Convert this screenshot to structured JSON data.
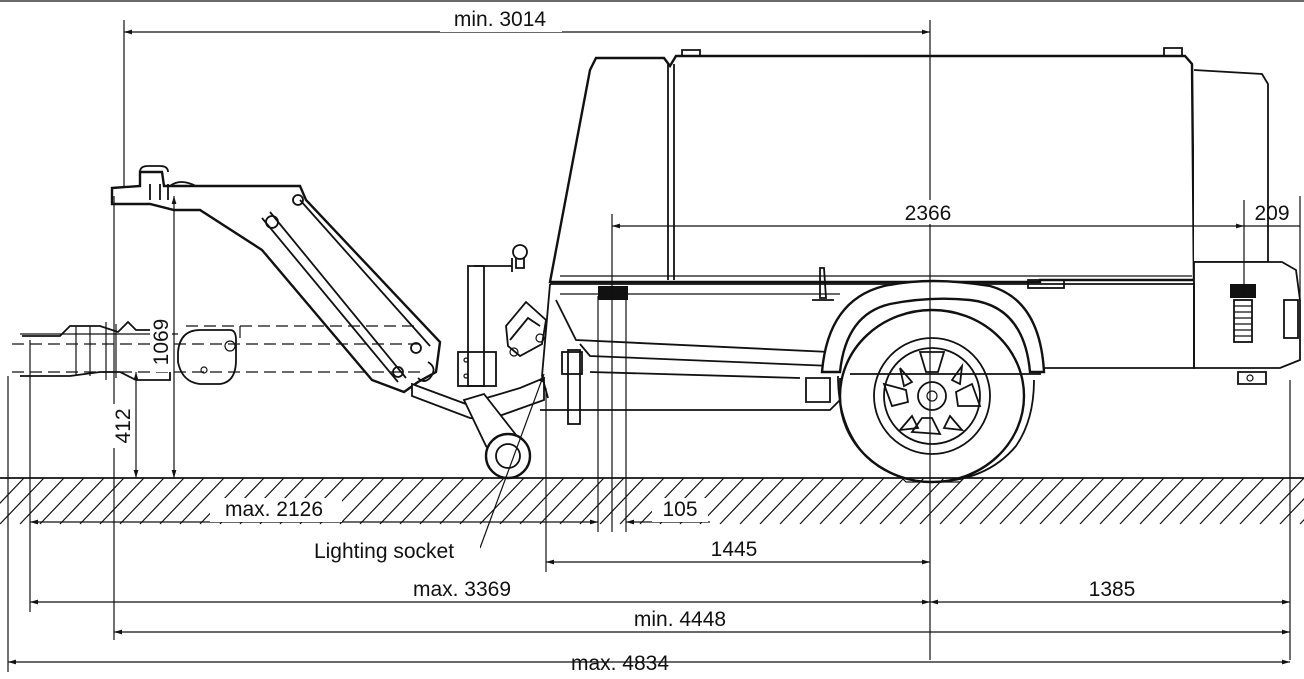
{
  "diagram": {
    "dimensions": {
      "min_3014": "min. 3014",
      "d_2366": "2366",
      "d_209": "209",
      "d_1069": "1069",
      "d_412": "412",
      "max_2126": "max. 2126",
      "d_105": "105",
      "d_1445": "1445",
      "max_3369": "max. 3369",
      "d_1385": "1385",
      "min_4448": "min. 4448",
      "max_4834": "max. 4834"
    },
    "labels": {
      "lighting_socket": "Lighting socket"
    },
    "colors": {
      "line": "#111111",
      "background": "#ffffff"
    }
  }
}
